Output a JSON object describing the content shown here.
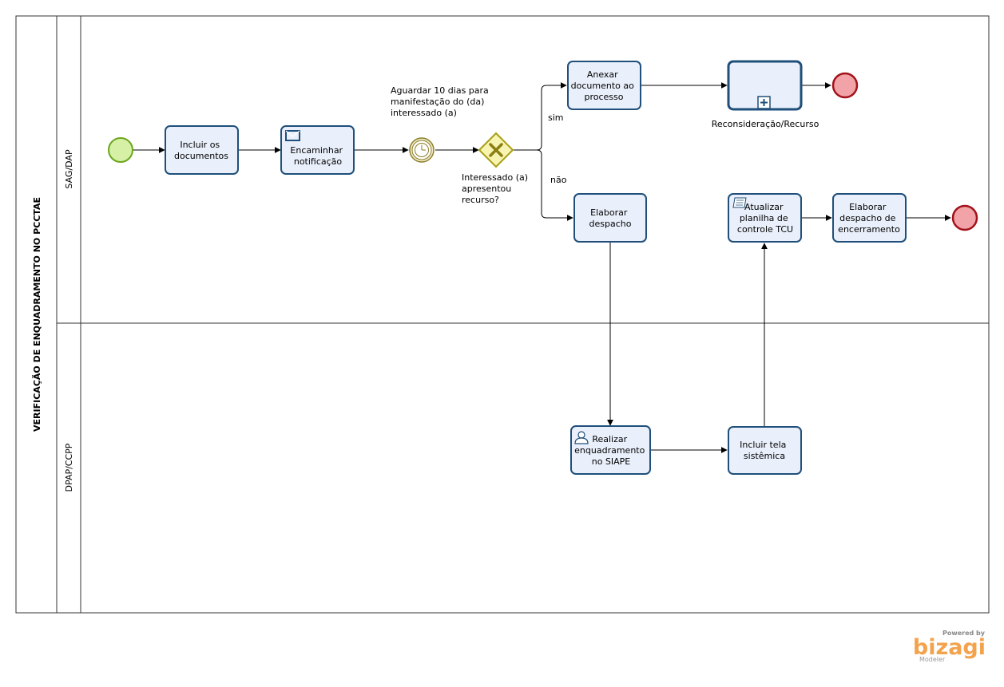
{
  "pool": {
    "title": "VERIFICAÇÃO DE ENQUADRAMENTO NO PCCTAE"
  },
  "lanes": [
    {
      "name": "SAG/DAP"
    },
    {
      "name": "DPAP/CCPP"
    }
  ],
  "tasks": {
    "incluir": {
      "lines": [
        "Incluir os",
        "documentos"
      ]
    },
    "encaminhar": {
      "lines": [
        "Encaminhar",
        "notificação"
      ],
      "icon": "message-envelope-icon"
    },
    "anexar": {
      "lines": [
        "Anexar",
        "documento ao",
        "processo"
      ]
    },
    "elaborar_despacho": {
      "lines": [
        "Elaborar",
        "despacho"
      ]
    },
    "atualizar": {
      "lines": [
        "Atualizar",
        "planilha de",
        "controle TCU"
      ],
      "icon": "script-task-icon"
    },
    "elaborar_encerramento": {
      "lines": [
        "Elaborar",
        "despacho de",
        "encerramento"
      ]
    },
    "realizar": {
      "lines": [
        "Realizar",
        "enquadramento",
        "no SIAPE"
      ],
      "icon": "user-task-icon"
    },
    "incluir_tela": {
      "lines": [
        "Incluir tela",
        "sistêmica"
      ]
    }
  },
  "subprocess": {
    "label": "Reconsideração/Recurso"
  },
  "timer": {
    "lines": [
      "Aguardar 10 dias para",
      "manifestação do (da)",
      "interessado (a)"
    ]
  },
  "gateway": {
    "lines": [
      "Interessado (a)",
      "apresentou",
      "recurso?"
    ]
  },
  "flow_labels": {
    "sim": "sim",
    "nao": "não"
  },
  "branding": {
    "powered": "Powered by",
    "name": "bizagi",
    "product": "Modeler"
  },
  "colors": {
    "start_fill": "#d6f0a6",
    "start_stroke": "#6aa61c",
    "end_fill": "#f1a3a7",
    "end_stroke": "#a3111a",
    "task_fill": "#eaf0fb",
    "task_stroke": "#1f4f7a",
    "gateway_fill": "#f7f4b2",
    "gateway_stroke": "#a89e13",
    "brand": "#f4a24c"
  }
}
